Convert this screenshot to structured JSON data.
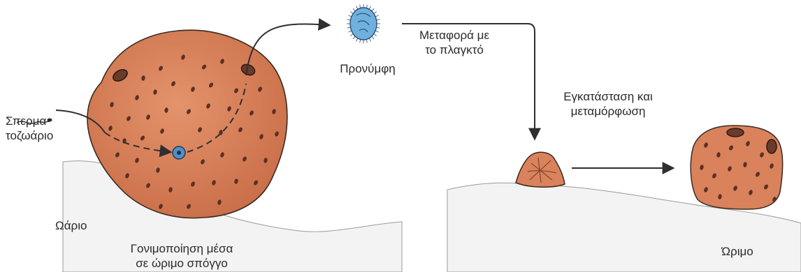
{
  "labels": {
    "sperm_line1": "Σπερμα-",
    "sperm_line2": "τοζωάριο",
    "egg": "Ωάριο",
    "fertilization_line1": "Γονιμοποίηση μέσα",
    "fertilization_line2": "σε ώριμο σπόγγο",
    "larva": "Προνύμφη",
    "transport_line1": "Μεταφορά με",
    "transport_line2": "το πλαγκτό",
    "settlement_line1": "Εγκατάσταση και",
    "settlement_line2": "μεταμόρφωση",
    "mature": "Ώριμο"
  },
  "colors": {
    "sponge": "#d9825c",
    "sponge_dark": "#b5603e",
    "pore": "#5a3024",
    "ground": "#f2f2f2",
    "ground_speckle": "#c9c9c9",
    "arrow": "#2f2f2f",
    "egg": "#4f8fc9",
    "larva": "#5fa3d8"
  }
}
